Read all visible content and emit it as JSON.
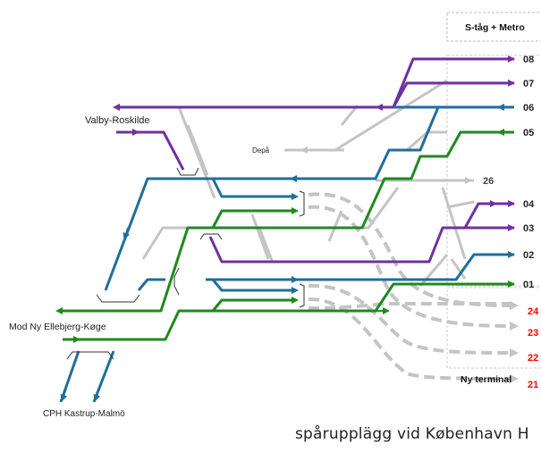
{
  "header": {
    "label": "S-tåg + Metro"
  },
  "footer_box": {
    "label": "Ny terminal"
  },
  "caption": "spårupplägg vid København H",
  "places": {
    "valby": "Valby-Roskilde",
    "depot": "Depå",
    "ellebjerg": "Mod Ny Ellebjerg-Køge",
    "kastrup": "CPH Kastrup-Malmö"
  },
  "tracks": {
    "t08": "08",
    "t07": "07",
    "t06": "06",
    "t05": "05",
    "t26": "26",
    "t04": "04",
    "t03": "03",
    "t02": "02",
    "t01": "01",
    "t24": "24",
    "t23": "23",
    "t22": "22",
    "t21": "21"
  },
  "colors": {
    "purple": "#7030a0",
    "blue": "#1f6e9c",
    "green": "#1e8a1e",
    "gray": "#c4c4c4",
    "red": "#ff0000"
  }
}
